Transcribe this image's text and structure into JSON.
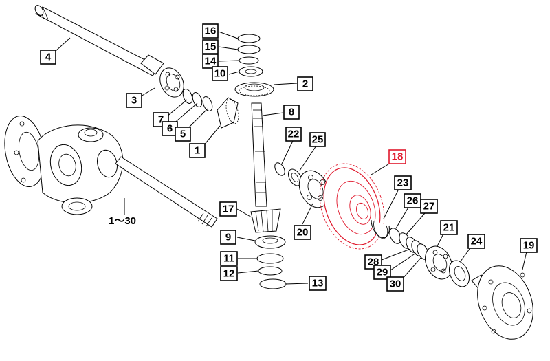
{
  "diagram": {
    "callouts": [
      {
        "id": "16",
        "label": "16"
      },
      {
        "id": "15",
        "label": "15"
      },
      {
        "id": "14",
        "label": "14"
      },
      {
        "id": "10",
        "label": "10"
      },
      {
        "id": "2",
        "label": "2"
      },
      {
        "id": "4",
        "label": "4"
      },
      {
        "id": "3",
        "label": "3"
      },
      {
        "id": "7",
        "label": "7"
      },
      {
        "id": "6",
        "label": "6"
      },
      {
        "id": "5",
        "label": "5"
      },
      {
        "id": "1",
        "label": "1"
      },
      {
        "id": "8",
        "label": "8"
      },
      {
        "id": "22",
        "label": "22"
      },
      {
        "id": "25",
        "label": "25"
      },
      {
        "id": "18",
        "label": "18"
      },
      {
        "id": "23",
        "label": "23"
      },
      {
        "id": "26",
        "label": "26"
      },
      {
        "id": "27",
        "label": "27"
      },
      {
        "id": "17",
        "label": "17"
      },
      {
        "id": "20",
        "label": "20"
      },
      {
        "id": "9",
        "label": "9"
      },
      {
        "id": "11",
        "label": "11"
      },
      {
        "id": "12",
        "label": "12"
      },
      {
        "id": "13",
        "label": "13"
      },
      {
        "id": "21",
        "label": "21"
      },
      {
        "id": "24",
        "label": "24"
      },
      {
        "id": "19",
        "label": "19"
      },
      {
        "id": "28",
        "label": "28"
      },
      {
        "id": "29",
        "label": "29"
      },
      {
        "id": "30",
        "label": "30"
      }
    ],
    "range_label": "1～30",
    "highlighted_part": "18",
    "colors": {
      "highlight": "#e0182c",
      "line": "#000000",
      "background": "#ffffff"
    }
  }
}
